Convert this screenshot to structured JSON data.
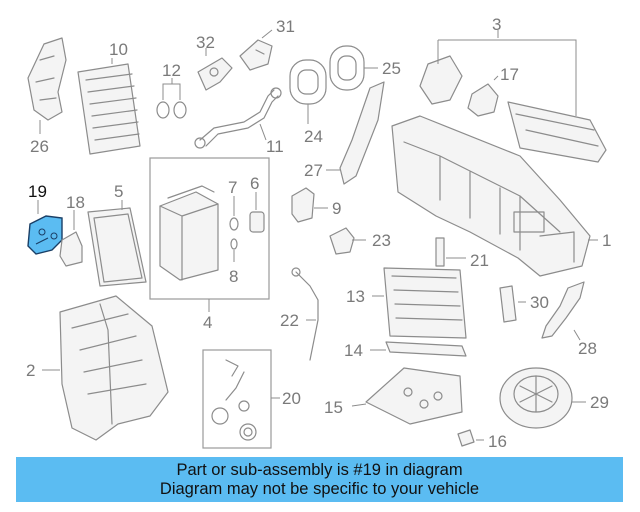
{
  "diagram": {
    "callouts": [
      "1",
      "2",
      "3",
      "5",
      "6",
      "7",
      "8",
      "9",
      "10",
      "11",
      "12",
      "13",
      "14",
      "15",
      "16",
      "17",
      "18",
      "19",
      "20",
      "21",
      "22",
      "23",
      "24",
      "25",
      "26",
      "27",
      "28",
      "29",
      "30",
      "31",
      "32"
    ],
    "highlighted_part": "19",
    "highlight_color": "#5bbcf2"
  },
  "banner": {
    "line1": "Part or sub-assembly is #19 in diagram",
    "line2": "Diagram may not be specific to your vehicle",
    "background": "#5bbcf2"
  }
}
